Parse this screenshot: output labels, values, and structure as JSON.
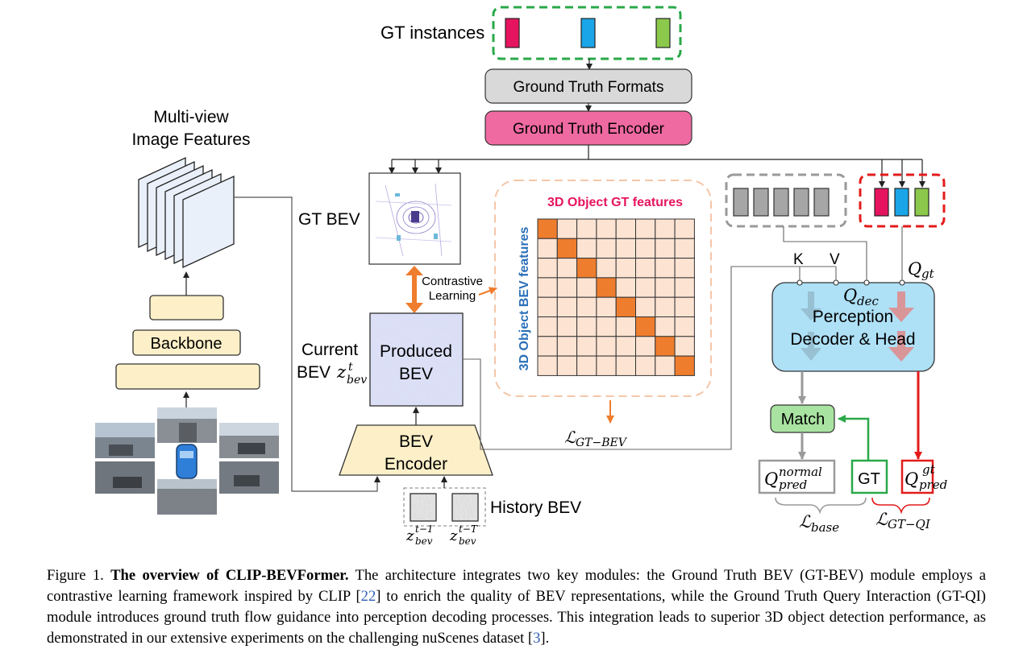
{
  "figure": {
    "gt_instances_label": "GT instances",
    "gt_formats_label": "Ground Truth Formats",
    "gt_encoder_label": "Ground Truth Encoder",
    "multiview_label_line1": "Multi-view",
    "multiview_label_line2": "Image Features",
    "gt_bev_label": "GT BEV",
    "contrastive_line1": "Contrastive",
    "contrastive_line2": "Learning",
    "gt_features_title": "3D Object GT features",
    "bev_features_title": "3D Object BEV features",
    "current_bev_line1": "Current",
    "current_bev_line2": "BEV",
    "current_bev_math": "z",
    "current_bev_sup": "t",
    "current_bev_sub": "bev",
    "produced_bev_line1": "Produced",
    "produced_bev_line2": "BEV",
    "backbone_label": "Backbone",
    "bev_encoder_line1": "BEV",
    "bev_encoder_line2": "Encoder",
    "history_bev_label": "History BEV",
    "hist_z1_base": "z",
    "hist_z1_sup": "t−1",
    "hist_z1_sub": "bev",
    "hist_z2_base": "z",
    "hist_z2_sup": "t−T",
    "hist_z2_sub": "bev",
    "loss_gt_bev": "GT−BEV",
    "k_label": "K",
    "v_label": "V",
    "q_gt_base": "Q",
    "q_gt_sub": "gt",
    "q_dec_base": "Q",
    "q_dec_sub": "dec",
    "perception_line1": "Perception",
    "perception_line2": "Decoder & Head",
    "match_label": "Match",
    "q_normal_base": "Q",
    "q_normal_sup": "normal",
    "q_normal_sub": "pred",
    "gt_box_label": "GT",
    "q_gtpred_base": "Q",
    "q_gtpred_sup": "gt",
    "q_gtpred_sub": "pred",
    "loss_base": "base",
    "loss_gt_qi": "GT−QI",
    "loss_symbol": "ℒ",
    "instance_colors": [
      "#e6145f",
      "#1aa5e8",
      "#8cc84b"
    ],
    "accent_orange": "#ee7d2e",
    "accent_pink": "#f0609e",
    "accent_green": "#29a849",
    "accent_red": "#e31b1b"
  },
  "caption": {
    "prefix": "Figure 1.",
    "title": "The overview of CLIP-BEVFormer.",
    "body_1": " The architecture integrates two key modules: the Ground Truth BEV (GT-BEV) module employs a contrastive learning framework inspired by CLIP [",
    "ref_1": "22",
    "body_2": "] to enrich the quality of BEV representations, while the Ground Truth Query Interaction (GT-QI) module introduces ground truth flow guidance into perception decoding processes. This integration leads to superior 3D object detection performance, as demonstrated in our extensive experiments on the challenging nuScenes dataset [",
    "ref_2": "3",
    "body_3": "]."
  }
}
